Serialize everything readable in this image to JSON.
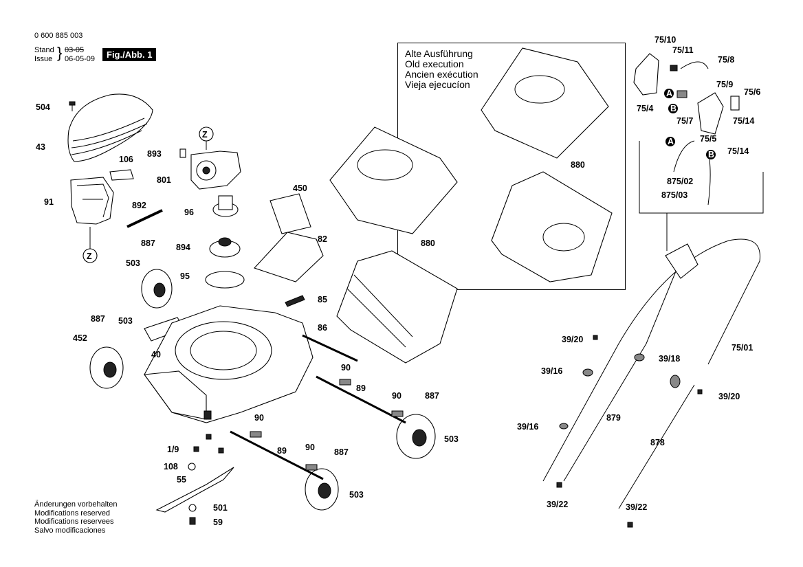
{
  "header": {
    "part_number": "0 600 885 003",
    "stand_label": "Stand",
    "stand_value": "03-05",
    "issue_label": "Issue",
    "issue_value": "06-05-09",
    "figure": "Fig./Abb. 1"
  },
  "old_version_box": {
    "lines": [
      "Alte Ausführung",
      "Old execution",
      "Ancien exécution",
      "Vieja ejecucíon"
    ]
  },
  "footer_notes": [
    "Änderungen vorbehalten",
    "Modifications reserved",
    "Modifications reservees",
    "Salvo modificaciones"
  ],
  "callouts": [
    "504",
    "43",
    "106",
    "91",
    "893",
    "801",
    "96",
    "892",
    "894",
    "887",
    "503",
    "95",
    "450",
    "82",
    "85",
    "880",
    "880",
    "887",
    "452",
    "503",
    "40",
    "86",
    "90",
    "89",
    "90",
    "887",
    "503",
    "90",
    "1/9",
    "89",
    "90",
    "887",
    "108",
    "55",
    "503",
    "501",
    "59",
    "75/10",
    "75/11",
    "75/8",
    "75/9",
    "75/6",
    "75/4",
    "75/7",
    "75/14",
    "75/5",
    "75/14",
    "875/02",
    "875/03",
    "39/20",
    "75/01",
    "39/18",
    "39/16",
    "39/20",
    "879",
    "39/16",
    "878",
    "39/22",
    "39/22",
    "Z",
    "Z",
    "A",
    "B",
    "A",
    "B"
  ]
}
